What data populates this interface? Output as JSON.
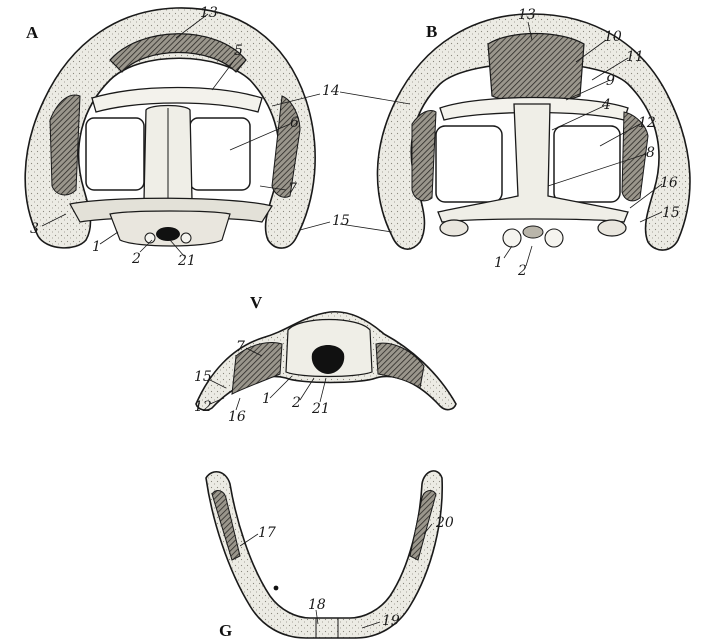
{
  "panels": {
    "a": "A",
    "b": "B",
    "v": "V",
    "g": "G"
  },
  "labels": {
    "a": {
      "l13": "13",
      "l5": "5",
      "l14": "14",
      "l6": "6",
      "l7": "7",
      "l3": "3",
      "l1": "1",
      "l2": "2",
      "l21": "21",
      "l15": "15"
    },
    "b": {
      "l13": "13",
      "l10": "10",
      "l11": "11",
      "l9": "9",
      "l4": "4",
      "l12": "12",
      "l8": "8",
      "l16": "16",
      "l15": "15",
      "l1": "1",
      "l2": "2"
    },
    "v": {
      "l7": "7",
      "l15": "15",
      "l12": "12",
      "l16": "16",
      "l1": "1",
      "l2": "2",
      "l21": "21"
    },
    "g": {
      "l17": "17",
      "l20": "20",
      "l18": "18",
      "l19": "19"
    }
  },
  "colors": {
    "ink": "#1a1a1a",
    "bone": "#e9e6de",
    "shade": "#6d6a62",
    "dark": "#111111"
  }
}
